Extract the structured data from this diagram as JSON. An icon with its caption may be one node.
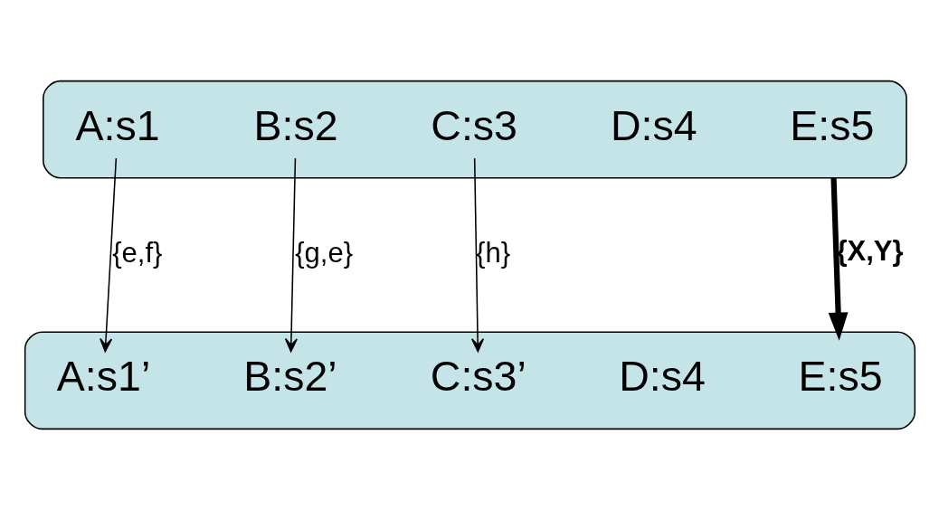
{
  "diagram": {
    "nodes": [
      {
        "text": [],
        "shape": "box"
      },
      {
        "text": [
          "A:s1"
        ],
        "in": 0
      },
      {
        "text": [
          "B:s2"
        ],
        "in": 0
      },
      {
        "text": [
          "C:s3"
        ],
        "in": 0
      },
      {
        "text": [
          "D:s4"
        ],
        "in": 0
      },
      {
        "text": [
          "E:s5"
        ],
        "in": 0
      },
      {
        "text": [],
        "shape": "box"
      },
      {
        "text": [
          "A:s1’"
        ],
        "in": 6
      },
      {
        "text": [
          "B:s2’"
        ],
        "in": 6
      },
      {
        "text": [
          "C:s3’"
        ],
        "in": 6
      },
      {
        "text": [
          "D:s4"
        ],
        "in": 6
      },
      {
        "text": [
          "E:s5"
        ],
        "in": 6
      }
    ],
    "edges": [
      {
        "from": 1,
        "to": 7,
        "arrow": "to",
        "label": "{e,f}"
      },
      {
        "from": 2,
        "to": 8,
        "arrow": "to",
        "label": "{g,e}"
      },
      {
        "from": 3,
        "to": 9,
        "arrow": "to",
        "label": "{h}"
      },
      {
        "from": 0,
        "to": 6,
        "arrow": "to",
        "label": "{X,Y}",
        "style": "thick"
      }
    ]
  }
}
